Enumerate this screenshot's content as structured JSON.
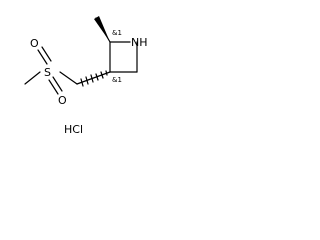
{
  "molecule": {
    "atoms": {
      "nitrogen": "NH",
      "sulfur": "S",
      "oxygen_upper": "O",
      "oxygen_lower": "O"
    },
    "stereo": {
      "c2": "&1",
      "c3": "&1"
    },
    "salt": "HCl"
  }
}
